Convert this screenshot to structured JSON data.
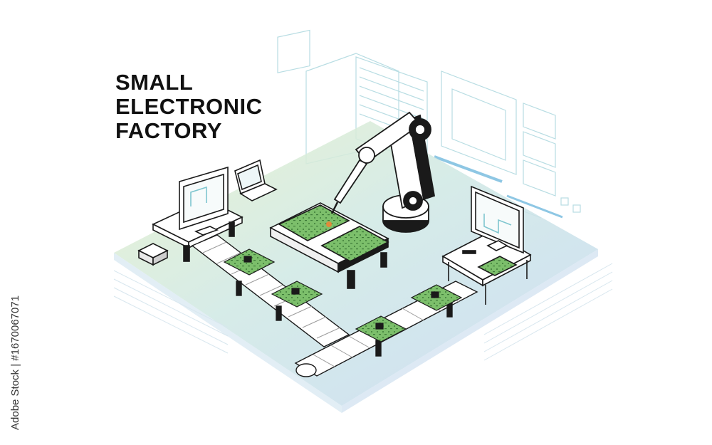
{
  "title": {
    "line1": "SMALL",
    "line2": "ELECTRONIC",
    "line3": "FACTORY"
  },
  "side_credit": "Adobe Stock | #1670067071",
  "colors": {
    "ink": "#1a1a1a",
    "board_green": "#8cc87a",
    "board_dark": "#3f7a3c",
    "floor_blue": "#c9ddf1",
    "floor_green": "#dcecc4",
    "panel_line": "#a9d3dc",
    "accent_orange": "#e08a3a"
  },
  "icons": {
    "robot_arm": "robot-arm-icon",
    "conveyor": "conveyor-belt-icon",
    "monitor": "monitor-icon",
    "circuit_board": "circuit-board-icon"
  }
}
